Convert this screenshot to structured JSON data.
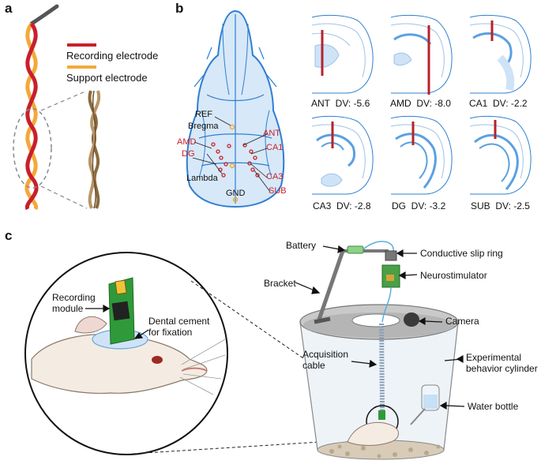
{
  "panels": {
    "a": "a",
    "b": "b",
    "c": "c"
  },
  "panel_a": {
    "recording_label": "Recording electrode",
    "support_label": "Support electrode",
    "recording_color": "#c8202a",
    "support_color": "#f3a93a"
  },
  "panel_b": {
    "ref": "REF",
    "bregma": "Bregma",
    "lambda": "Lambda",
    "gnd": "GND",
    "regions_left": [
      "AMD",
      "DG"
    ],
    "regions_right": [
      "ANT",
      "CA1",
      "CA3",
      "SUB"
    ],
    "sections": [
      {
        "region": "ANT",
        "dv": "DV: -5.6"
      },
      {
        "region": "AMD",
        "dv": "DV: -8.0"
      },
      {
        "region": "CA1",
        "dv": "DV: -2.2"
      },
      {
        "region": "CA3",
        "dv": "DV: -2.8"
      },
      {
        "region": "DG",
        "dv": "DV: -3.2"
      },
      {
        "region": "SUB",
        "dv": "DV: -2.5"
      }
    ],
    "skull_color": "#2f7fd1",
    "region_color": "#c8202a"
  },
  "panel_c": {
    "recording_module": "Recording\nmodule",
    "dental_cement": "Dental cement\nfor fixation",
    "battery": "Battery",
    "slip_ring": "Conductive slip ring",
    "bracket": "Bracket",
    "neurostimulator": "Neurostimulator",
    "camera": "Camera",
    "acquisition_cable": "Acquisition\ncable",
    "cylinder": "Experimental\nbehavior cylinder",
    "water_bottle": "Water bottle"
  }
}
